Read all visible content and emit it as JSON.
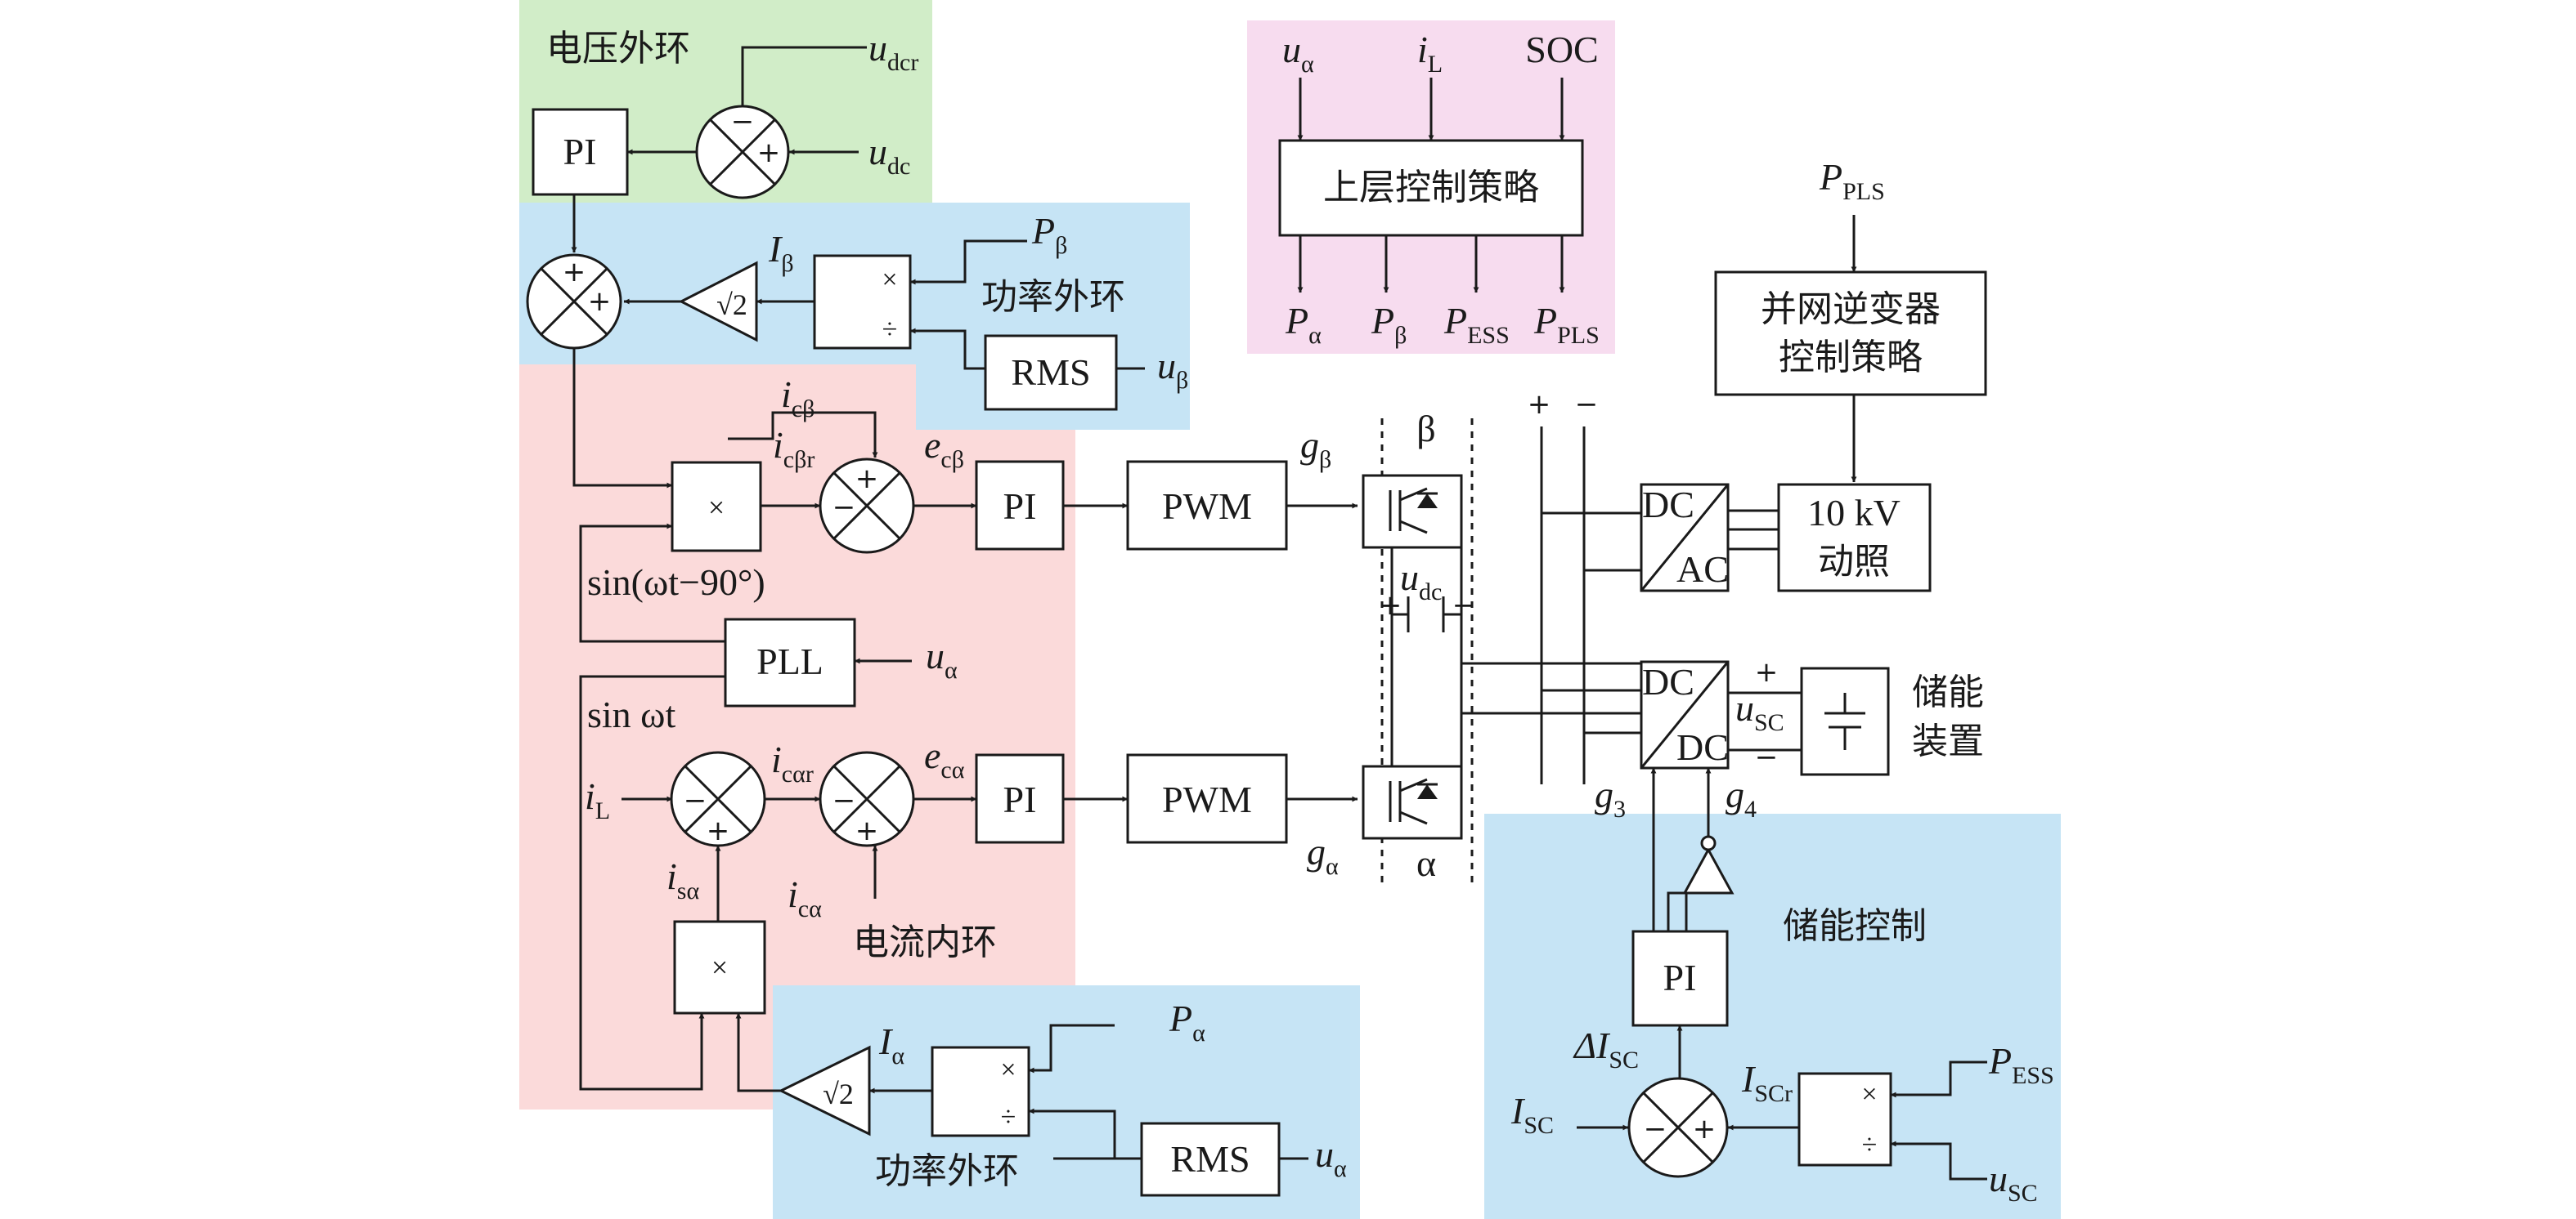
{
  "colors": {
    "voltage_outer": "#d1edc8",
    "power_outer": "#c6e4f5",
    "current_inner": "#fbdada",
    "upper_control": "#f7dcef",
    "storage_control": "#c6e4f5",
    "label_green": "#4cba5a",
    "label_blue": "#2a67b0",
    "label_red": "#e0312c",
    "label_magenta": "#b3359b"
  },
  "regions": {
    "voltage_outer": "电压外环",
    "power_outer_beta": "功率外环",
    "current_inner": "电流内环",
    "power_outer_alpha": "功率外环",
    "storage_control": "储能控制"
  },
  "blocks": {
    "pi_voltage": "PI",
    "mult_div_beta": {
      "mul": "×",
      "div": "÷"
    },
    "rms_beta": "RMS",
    "mult_beta": "×",
    "pi_beta": "PI",
    "pwm_beta": "PWM",
    "pll": "PLL",
    "pi_alpha": "PI",
    "pwm_alpha": "PWM",
    "mult_alpha": "×",
    "mult_div_alpha": {
      "mul": "×",
      "div": "÷"
    },
    "rms_alpha": "RMS",
    "upper_strategy": "上层控制策略",
    "grid_inverter": [
      "并网逆变器",
      "控制策略"
    ],
    "dcac": {
      "top": "DC",
      "bottom": "AC"
    },
    "dcdc": {
      "top": "DC",
      "bottom": "DC"
    },
    "load": [
      "10 kV",
      "动照"
    ],
    "pi_storage": "PI",
    "mult_div_storage": {
      "mul": "×",
      "div": "÷"
    }
  },
  "labels": {
    "sqrt2": "√2",
    "sin_shift": "sin(ωt−90°)",
    "sin_wt": "sin ωt",
    "storage_device": [
      "储能",
      "装置"
    ],
    "phase_beta": "β",
    "phase_alpha": "α",
    "plus": "+",
    "minus": "−"
  },
  "signals": {
    "u_dcr": {
      "main": "u",
      "sub": "dcr"
    },
    "u_dc": {
      "main": "u",
      "sub": "dc"
    },
    "P_beta": {
      "main": "P",
      "sub": "β"
    },
    "I_beta": {
      "main": "I",
      "sub": "β"
    },
    "u_beta": {
      "main": "u",
      "sub": "β"
    },
    "i_cbeta": {
      "main": "i",
      "sub": "cβ"
    },
    "i_cbetar": {
      "main": "i",
      "sub": "cβr"
    },
    "e_cbeta": {
      "main": "e",
      "sub": "cβ"
    },
    "g_beta": {
      "main": "g",
      "sub": "β"
    },
    "u_dc_bus": {
      "main": "u",
      "sub": "dc"
    },
    "u_alpha_pll": {
      "main": "u",
      "sub": "α"
    },
    "i_L": {
      "main": "i",
      "sub": "L"
    },
    "i_car": {
      "main": "i",
      "sub": "cαr"
    },
    "e_calpha": {
      "main": "e",
      "sub": "cα"
    },
    "g_alpha": {
      "main": "g",
      "sub": "α"
    },
    "i_salpha": {
      "main": "i",
      "sub": "sα"
    },
    "i_calpha": {
      "main": "i",
      "sub": "cα"
    },
    "I_alpha": {
      "main": "I",
      "sub": "α"
    },
    "P_alpha": {
      "main": "P",
      "sub": "α"
    },
    "u_alpha_rms": {
      "main": "u",
      "sub": "α"
    },
    "up_u_alpha": {
      "main": "u",
      "sub": "α"
    },
    "up_i_L": {
      "main": "i",
      "sub": "L"
    },
    "up_soc": {
      "main": "SOC",
      "sub": ""
    },
    "out_P_alpha": {
      "main": "P",
      "sub": "α"
    },
    "out_P_beta": {
      "main": "P",
      "sub": "β"
    },
    "out_P_ESS": {
      "main": "P",
      "sub": "ESS"
    },
    "out_P_PLS": {
      "main": "P",
      "sub": "PLS"
    },
    "P_PLS": {
      "main": "P",
      "sub": "PLS"
    },
    "u_SC": {
      "main": "u",
      "sub": "SC"
    },
    "g_3": {
      "main": "g",
      "sub": "3"
    },
    "g_4": {
      "main": "g",
      "sub": "4"
    },
    "delta_I_SC": {
      "main": "ΔI",
      "sub": "SC"
    },
    "I_SC": {
      "main": "I",
      "sub": "SC"
    },
    "I_SCr": {
      "main": "I",
      "sub": "SCr"
    },
    "P_ESS": {
      "main": "P",
      "sub": "ESS"
    },
    "u_SC_in": {
      "main": "u",
      "sub": "SC"
    }
  }
}
